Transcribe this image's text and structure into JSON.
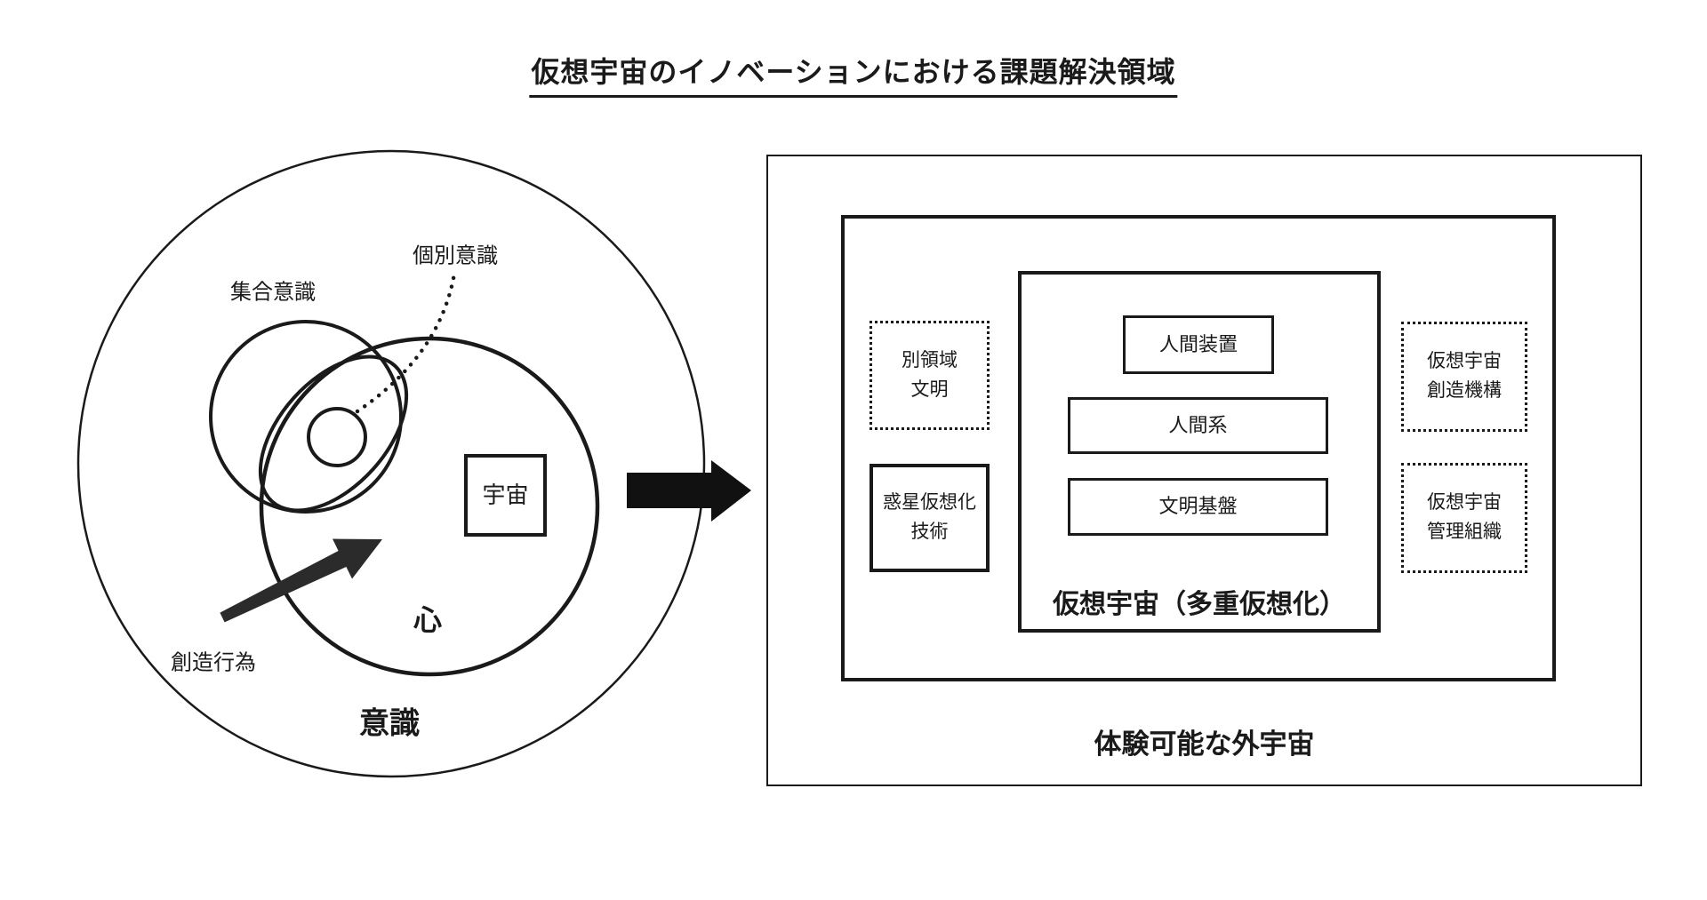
{
  "title": "仮想宇宙のイノベーションにおける課題解決領域",
  "colors": {
    "ink": "#1a1a1a",
    "background": "#ffffff"
  },
  "left_diagram": {
    "consciousness_label": "意識",
    "mind_label": "心",
    "universe_box_label": "宇宙",
    "collective_consciousness_label": "集合意識",
    "individual_consciousness_label": "個別意識",
    "creation_act_label": "創造行為"
  },
  "right_panel": {
    "caption": "体験可能な外宇宙",
    "core_label": "仮想宇宙（多重仮想化）",
    "stack": [
      {
        "label": "人間装置"
      },
      {
        "label": "人間系"
      },
      {
        "label": "文明基盤"
      }
    ],
    "side_boxes": [
      {
        "lines": [
          "別領域",
          "文明"
        ],
        "style": "dotted"
      },
      {
        "lines": [
          "惑星仮想化",
          "技術"
        ],
        "style": "solid"
      },
      {
        "lines": [
          "仮想宇宙",
          "創造機構"
        ],
        "style": "dotted"
      },
      {
        "lines": [
          "仮想宇宙",
          "管理組織"
        ],
        "style": "dotted"
      }
    ]
  }
}
